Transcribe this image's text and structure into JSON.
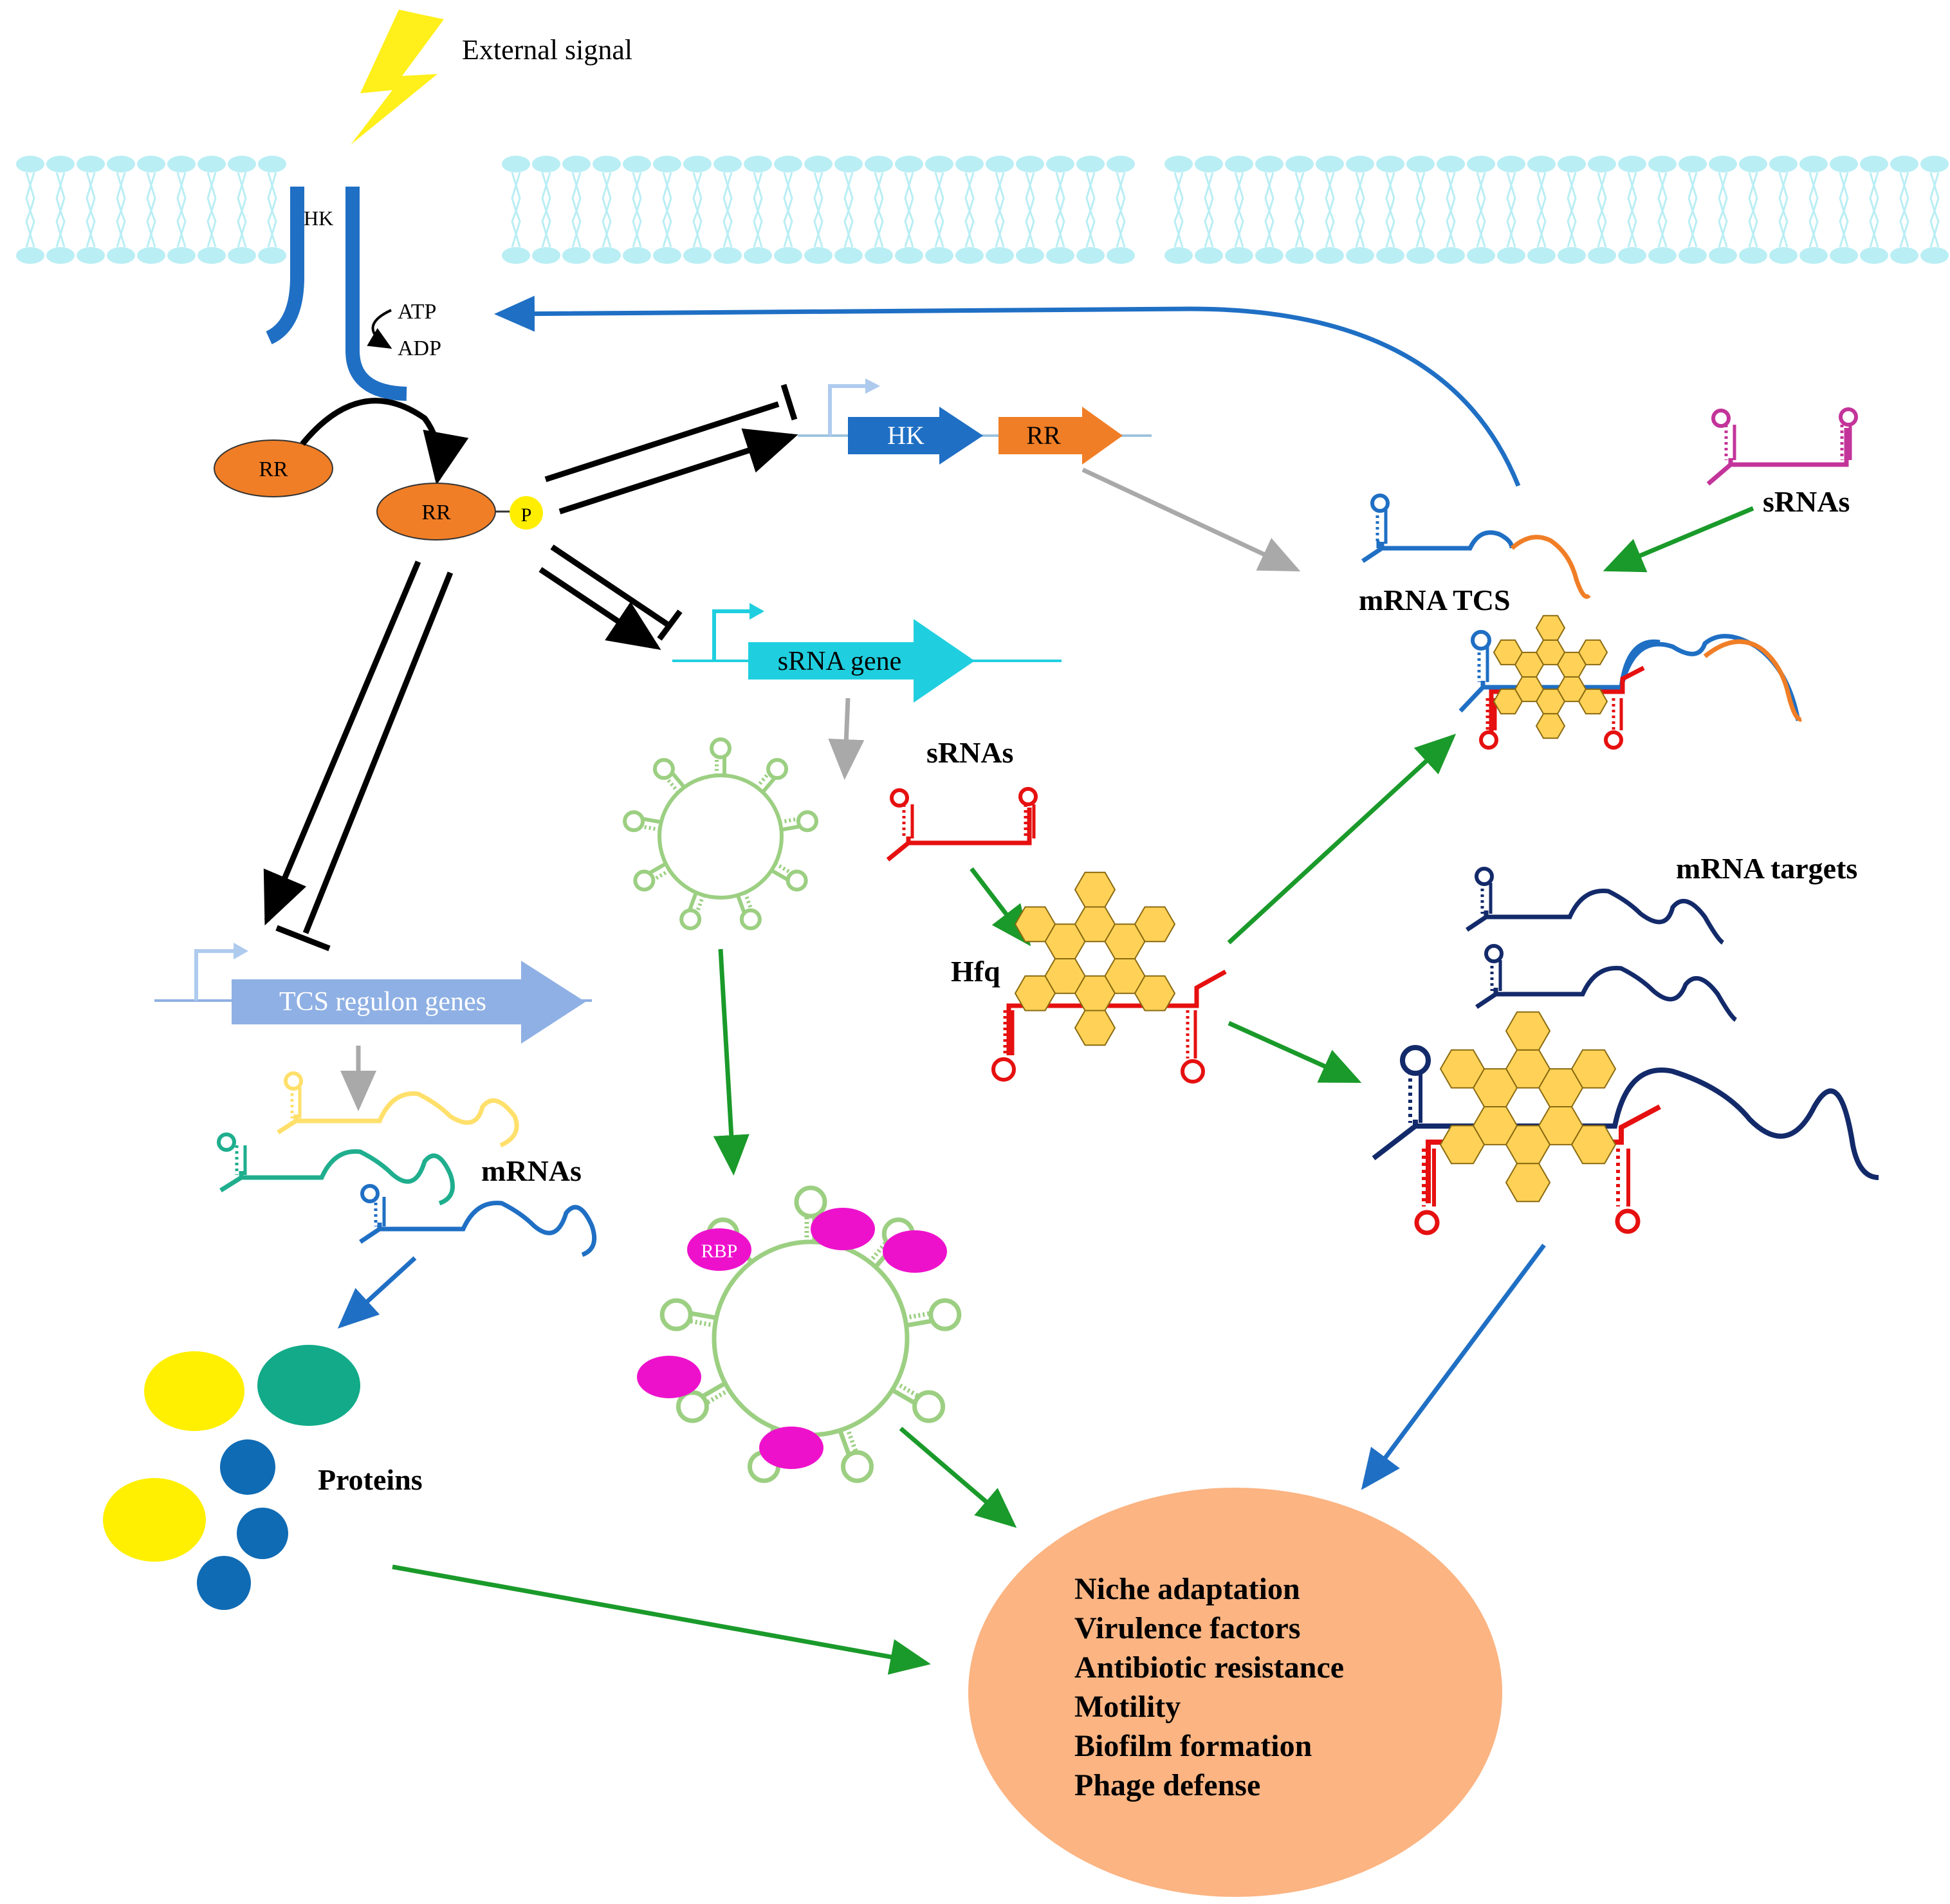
{
  "labels": {
    "external_signal": "External signal",
    "hk_membrane": "HK",
    "atp": "ATP",
    "adp": "ADP",
    "rr_unphos": "RR",
    "rr_phos": "RR",
    "phosphate": "P",
    "hk_gene": "HK",
    "rr_gene": "RR",
    "srna_gene": "sRNA gene",
    "tcs_regulon_genes": "TCS regulon genes",
    "mrnas": "mRNAs",
    "proteins": "Proteins",
    "srnas_red": "sRNAs",
    "hfq": "Hfq",
    "rbp": "RBP",
    "srnas_magenta": "sRNAs",
    "mrna_tcs": "mRNA TCS",
    "mrna_targets": "mRNA targets"
  },
  "outcomes": [
    "Niche adaptation",
    "Virulence factors",
    "Antibiotic resistance",
    "Motility",
    "Biofilm formation",
    "Phage defense"
  ],
  "colors": {
    "membrane": "#b9eef4",
    "hk": "#1f6fc4",
    "rr": "#f07e26",
    "phosphate": "#ffee00",
    "srna_gene": "#1fcfdf",
    "tcs_regulon": "#8fb0e4",
    "sponge": "#9ccf82",
    "rbp": "#ee11cc",
    "srna": "#e61010",
    "hfq_fill": "#ffd257",
    "hfq_stroke": "#8a6a10",
    "target_mrna": "#132a6a",
    "green_arrow": "#1a9a2a",
    "blue_arrow": "#1f6fc4",
    "gray_arrow": "#a9a9a9",
    "outcome_ellipse": "#fbb482",
    "protein_yellow": "#ffef00",
    "protein_teal": "#12aa88",
    "protein_blue": "#0f6bb4",
    "lightning": "#ffef1a"
  },
  "icons": [
    "lightning-icon",
    "promoter-arrow-icon",
    "hfq-hexamer-icon",
    "stem-loop-icon"
  ]
}
